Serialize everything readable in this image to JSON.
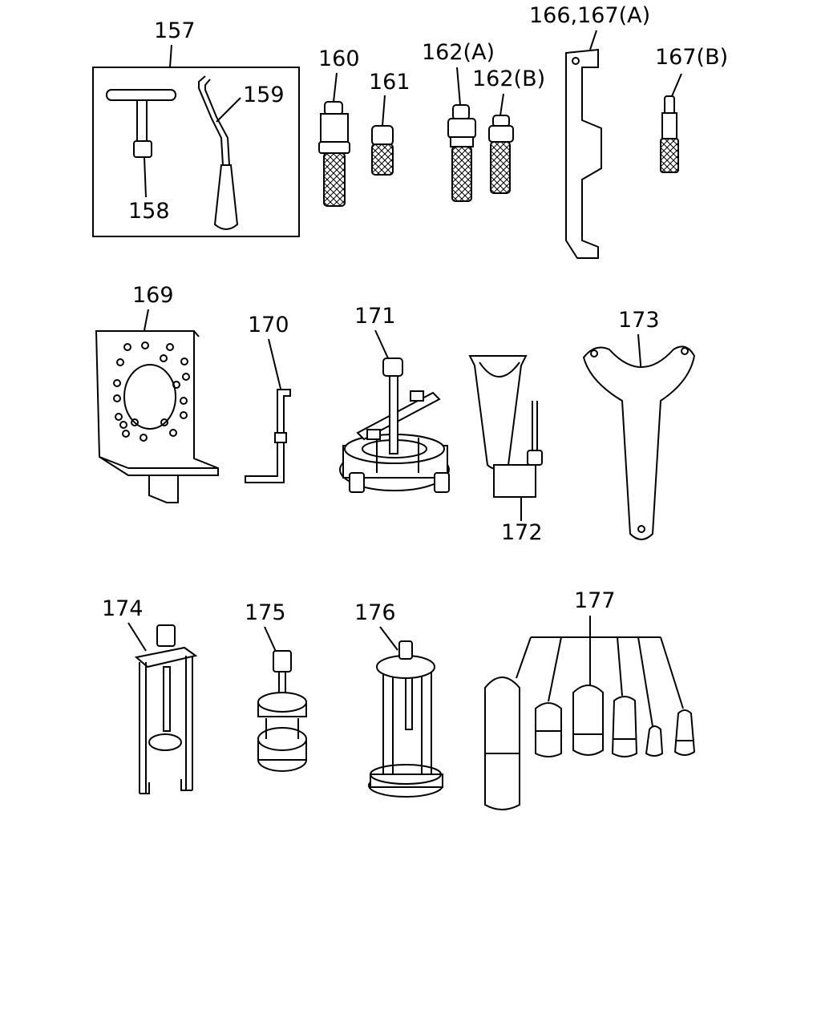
{
  "callouts": {
    "c157": "157",
    "c158": "158",
    "c159": "159",
    "c160": "160",
    "c161": "161",
    "c162a": "162(A)",
    "c162b": "162(B)",
    "c166": "166,167(A)",
    "c167b": "167(B)",
    "c169": "169",
    "c170": "170",
    "c171": "171",
    "c172": "172",
    "c173": "173",
    "c174": "174",
    "c175": "175",
    "c176": "176",
    "c177": "177"
  }
}
